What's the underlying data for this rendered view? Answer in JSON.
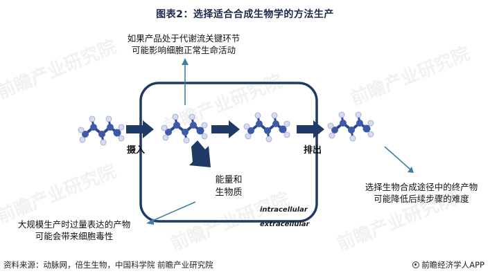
{
  "title": "图表2：选择适合合成生物学的方法生产",
  "notes": {
    "top": [
      "如果产品处于代谢流关键环节",
      "可能影响细胞正常生命活动"
    ],
    "energy": [
      "能量和",
      "生物质"
    ],
    "right": [
      "选择生物合成途径中的终产物",
      "可能降低后续步骤的难度"
    ],
    "left": [
      "大规模生产时过量表达的产物",
      "可能会带来细胞毒性"
    ]
  },
  "labels": {
    "uptake": "摄入",
    "export": "排出",
    "intracellular": "intracellular",
    "extracellular": "extracellular"
  },
  "footer": {
    "source": "资料来源：动脉网，倍生生物，中国科学院 前瞻产业研究院",
    "brand": "前瞻经济学人APP"
  },
  "watermark": "前瞻产业研究院",
  "colors": {
    "arrow_dark": "#1f3a66",
    "cell_outline": "#1f3a66",
    "pointer_line": "#3f7fa0",
    "atom_main": "#3f5aa8",
    "atom_light": "#d6dcf0"
  }
}
